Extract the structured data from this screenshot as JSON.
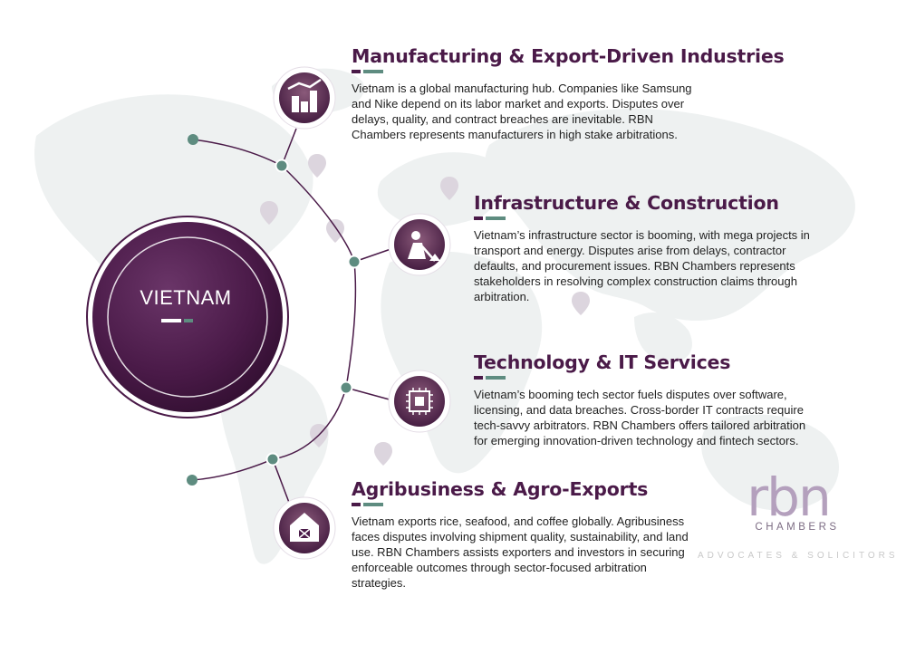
{
  "center": {
    "label": "VIETNAM"
  },
  "sections": [
    {
      "title": "Manufacturing & Export-Driven Industries",
      "body": "Vietnam is a global manufacturing hub. Companies like Samsung and Nike depend on its labor market and exports. Disputes over delays, quality, and contract breaches are inevitable. RBN Chambers represents manufacturers in high stake arbitrations.",
      "icon": "factory-icon"
    },
    {
      "title": "Infrastructure & Construction",
      "body": "Vietnam’s infrastructure sector is booming, with mega projects in transport and energy. Disputes arise from delays, contractor defaults, and procurement issues. RBN Chambers represents stakeholders in resolving complex construction claims through arbitration.",
      "icon": "construction-worker-icon"
    },
    {
      "title": "Technology & IT Services",
      "body": "Vietnam’s booming tech sector fuels disputes over software, licensing, and data breaches. Cross-border IT contracts require tech-savvy arbitrators. RBN Chambers offers tailored arbitration for emerging innovation-driven technology and fintech sectors.",
      "icon": "microchip-icon"
    },
    {
      "title": "Agribusiness & Agro-Exports",
      "body": "Vietnam exports rice, seafood, and coffee globally. Agribusiness faces disputes involving shipment quality, sustainability, and land use. RBN Chambers assists exporters and investors in securing enforceable outcomes through sector-focused arbitration strategies.",
      "icon": "barn-icon"
    }
  ],
  "logo": {
    "mark": "rbn",
    "name": "CHAMBERS",
    "tagline": "ADVOCATES & SOLICITORS"
  },
  "colors": {
    "primary": "#4a1a48",
    "accent": "#5e8c80",
    "map": "#eef1f1",
    "logo": "#b4a0bd"
  }
}
